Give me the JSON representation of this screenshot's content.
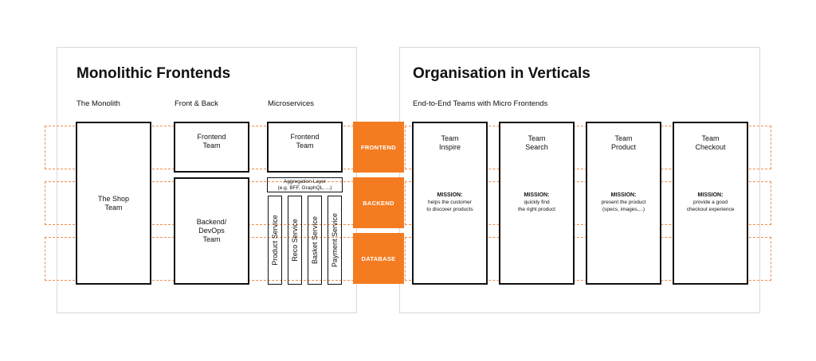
{
  "left": {
    "title": "Monolithic Frontends",
    "columns": [
      "The Monolith",
      "Front & Back",
      "Microservices"
    ],
    "monolith": {
      "line1": "The Shop",
      "line2": "Team"
    },
    "frontend_team": {
      "line1": "Frontend",
      "line2": "Team"
    },
    "backend_team": {
      "line1": "Backend/",
      "line2": "DevOps",
      "line3": "Team"
    },
    "micro_frontend": {
      "line1": "Frontend",
      "line2": "Team"
    },
    "aggregation": {
      "line1": "Aggregation Layer",
      "line2": "(e.g. BFF, GraphQL, ...)"
    },
    "services": [
      "Product Service",
      "Reco Service",
      "Basket Service",
      "Payment Service"
    ]
  },
  "layers": [
    "FRONTEND",
    "BACKEND",
    "DATABASE"
  ],
  "right": {
    "title": "Organisation in Verticals",
    "subtitle": "End-to-End Teams with Micro Frontends",
    "teams": [
      {
        "name1": "Team",
        "name2": "Inspire",
        "mission_label": "MISSION:",
        "m1": "helps the customer",
        "m2": "to discover products"
      },
      {
        "name1": "Team",
        "name2": "Search",
        "mission_label": "MISSION:",
        "m1": "quickly find",
        "m2": "the right product"
      },
      {
        "name1": "Team",
        "name2": "Product",
        "mission_label": "MISSION:",
        "m1": "present the product",
        "m2": "(specs, images,...)"
      },
      {
        "name1": "Team",
        "name2": "Checkout",
        "mission_label": "MISSION:",
        "m1": "provide a good",
        "m2": "checkout experience"
      }
    ]
  },
  "colors": {
    "accent": "#f47b20",
    "panel_border": "#d9d9d9",
    "box_border": "#111111"
  }
}
